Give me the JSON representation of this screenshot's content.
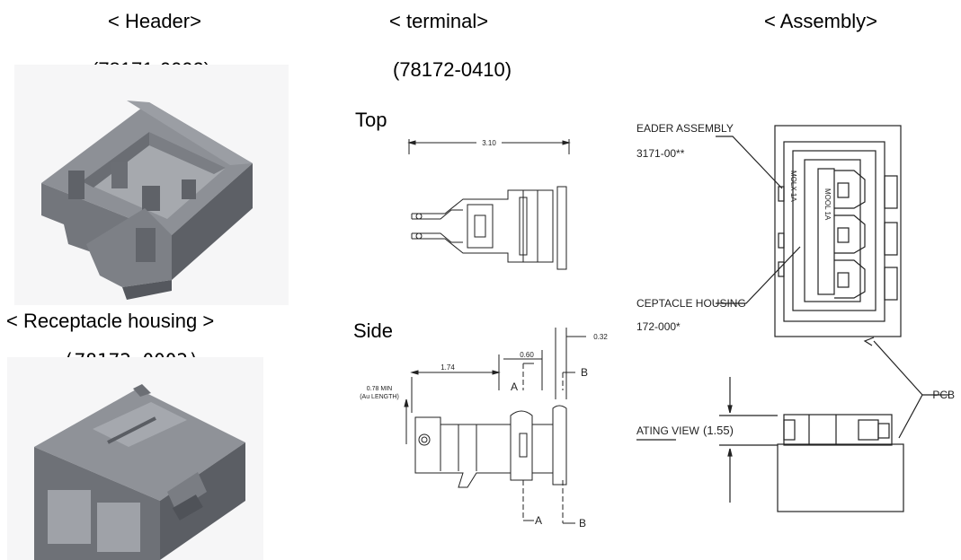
{
  "header": {
    "title": "< Header>",
    "part": "(78171-0002)"
  },
  "terminal": {
    "title": "< terminal>",
    "part": "(78172-0410)",
    "top_label": "Top",
    "side_label": "Side"
  },
  "assembly": {
    "title": "< Assembly>"
  },
  "receptacle": {
    "title": "< Receptacle housing >",
    "part": "(78172-0002)"
  },
  "top_drawing": {
    "dim_total": "3.10"
  },
  "side_drawing": {
    "dim_174": "1.74",
    "dim_060": "0.60",
    "dim_032": "0.32",
    "min_note": "0.78 MIN",
    "min_note2": "(Au LENGTH)",
    "sec_a_top": "A",
    "sec_a_bot": "A",
    "sec_b_top": "B",
    "sec_b_bot": "B"
  },
  "assembly_drawing": {
    "header_assembly": "EADER ASSEMBLY",
    "header_pn": "3171-00**",
    "receptacle_housing": "CEPTACLE HOUSING",
    "receptacle_pn": "172-000*",
    "mating_view": "ATING VIEW",
    "height_dim": "(1.55)",
    "pcb": "PCB",
    "mark_molex": "MOLX 1A",
    "mark_molex2": "MOOL 1A"
  },
  "colors": {
    "model_face": "#8a8d93",
    "model_dark": "#5a5d63",
    "model_light": "#a9acb2",
    "line": "#222222"
  }
}
